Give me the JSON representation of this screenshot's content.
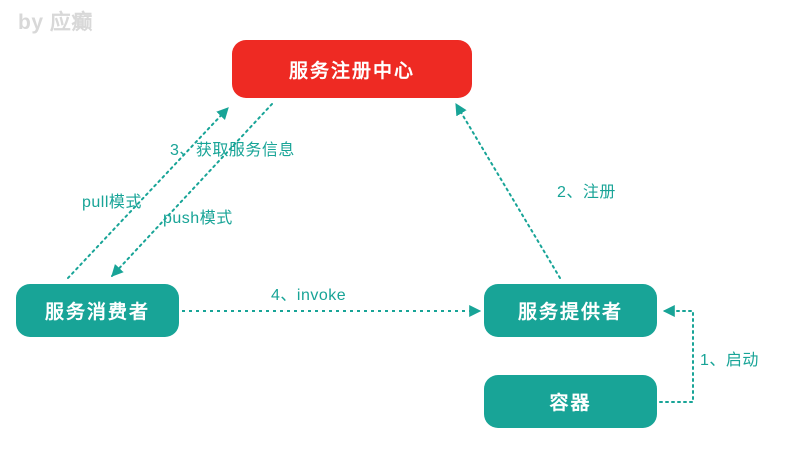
{
  "diagram": {
    "watermark": "by 应癫",
    "colors": {
      "registry": "#EE2A23",
      "node": "#18A497",
      "edge": "#18A497",
      "watermark": "#D8D8D8",
      "background": "#FFFFFF"
    },
    "nodes": [
      {
        "id": "registry",
        "label": "服务注册中心",
        "color": "#EE2A23"
      },
      {
        "id": "consumer",
        "label": "服务消费者",
        "color": "#18A497"
      },
      {
        "id": "provider",
        "label": "服务提供者",
        "color": "#18A497"
      },
      {
        "id": "container",
        "label": "容器",
        "color": "#18A497"
      }
    ],
    "edges": [
      {
        "id": "start",
        "label": "1、启动",
        "from": "container",
        "to": "provider",
        "style": "dotted",
        "arrow": "to"
      },
      {
        "id": "register",
        "label": "2、注册",
        "from": "provider",
        "to": "registry",
        "style": "dotted",
        "arrow": "to"
      },
      {
        "id": "fetch",
        "label": "3、获取服务信息",
        "from": "consumer",
        "to": "registry",
        "style": "dotted",
        "arrow": "to"
      },
      {
        "id": "pull",
        "label": "pull模式",
        "from": "consumer",
        "to": "registry",
        "style": "dotted",
        "arrow": "to"
      },
      {
        "id": "push",
        "label": "push模式",
        "from": "registry",
        "to": "consumer",
        "style": "dotted",
        "arrow": "to"
      },
      {
        "id": "invoke",
        "label": "4、invoke",
        "from": "consumer",
        "to": "provider",
        "style": "dashed",
        "arrow": "to"
      }
    ]
  }
}
